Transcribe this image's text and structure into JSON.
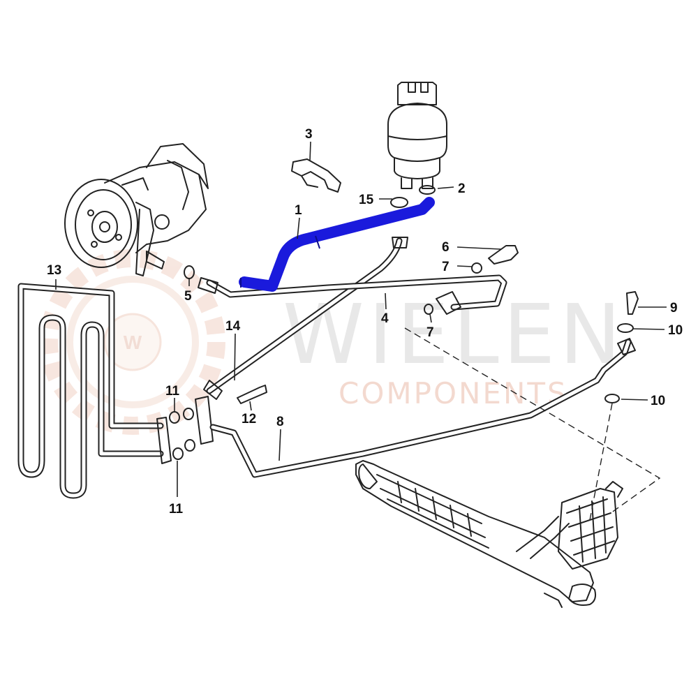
{
  "watermark": {
    "brand": "WIELEN",
    "sub": "COMPONENTS",
    "logo_letter": "W",
    "colors": {
      "brand": "#e6e6e6",
      "sub": "#f2d6cb",
      "logo": "#f3dcd2"
    }
  },
  "highlight_color": "#1a1adc",
  "callouts": {
    "c1": "1",
    "c2": "2",
    "c3": "3",
    "c4": "4",
    "c5": "5",
    "c6": "6",
    "c7a": "7",
    "c7b": "7",
    "c8": "8",
    "c9": "9",
    "c10a": "10",
    "c10b": "10",
    "c11a": "11",
    "c11b": "11",
    "c12": "12",
    "c13": "13",
    "c14": "14",
    "c15": "15"
  }
}
